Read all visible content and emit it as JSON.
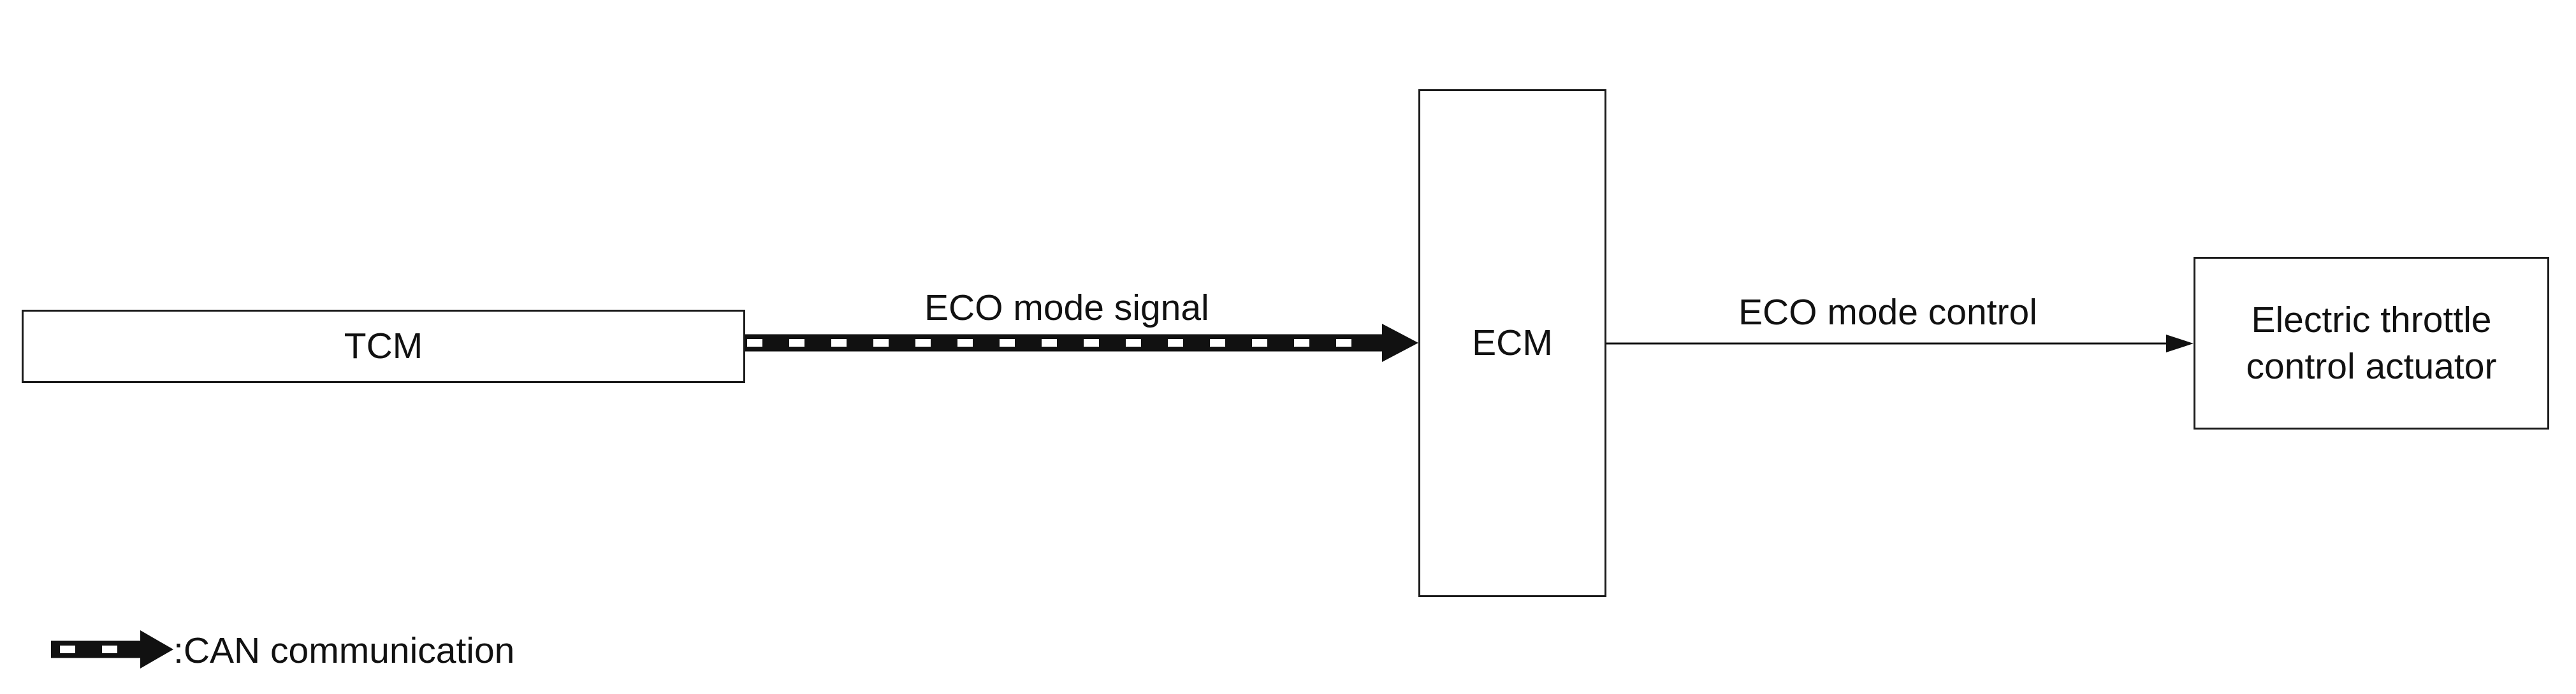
{
  "diagram": {
    "nodes": {
      "tcm": "TCM",
      "ecm": "ECM",
      "actuator_line1": "Electric throttle",
      "actuator_line2": "control actuator"
    },
    "edges": {
      "can_signal": "ECO mode signal",
      "control": "ECO mode control"
    },
    "legend": {
      "can": ":CAN communication"
    },
    "colors": {
      "line": "#1a1a1a",
      "dash": "#ffffff",
      "background": "#ffffff"
    }
  }
}
